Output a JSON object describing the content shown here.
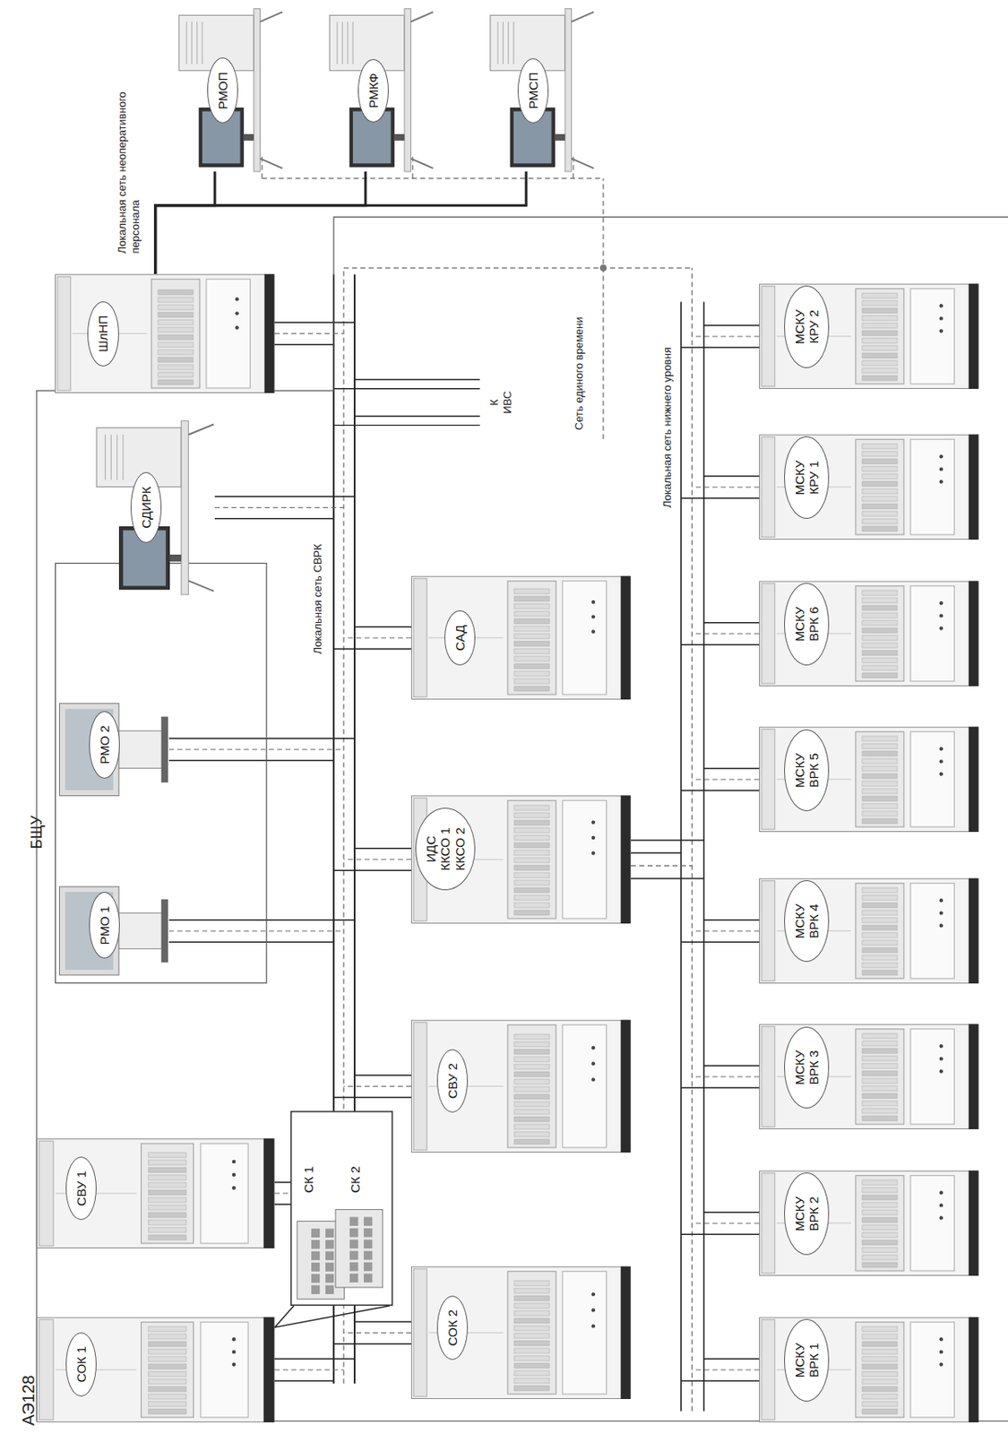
{
  "diagram": {
    "nodes": [
      {
        "text": [
          "АЭ128"
        ]
      },
      {
        "text": [
          "СОК 1"
        ],
        "in": 0
      },
      {
        "text": [
          "СВУ 1"
        ],
        "in": 0
      },
      {
        "text": [
          "БЩУ"
        ],
        "in": 0
      },
      {
        "text": [
          "РМО 1"
        ],
        "in": 3
      },
      {
        "text": [
          "РМО 2"
        ],
        "in": 3
      },
      {
        "text": [
          "СДИРК"
        ],
        "in": 0
      },
      {
        "text": [
          "ШлНП"
        ]
      },
      {
        "text": [
          "РМОП"
        ]
      },
      {
        "text": [
          "РМКФ"
        ]
      },
      {
        "text": [
          "РМСП"
        ]
      },
      {
        "text": [
          "СК 1",
          "СК 2"
        ],
        "in": 0
      },
      {
        "text": [
          "СОК 2"
        ],
        "in": 0
      },
      {
        "text": [
          "СВУ 2"
        ],
        "in": 0
      },
      {
        "text": [
          "ИДС ККСО 1 ККСО 2"
        ],
        "in": 0
      },
      {
        "text": [
          "САД"
        ],
        "in": 0
      },
      {
        "text": [
          "МСКУ ВРК 1"
        ],
        "in": 0
      },
      {
        "text": [
          "МСКУ ВРК 2"
        ],
        "in": 0
      },
      {
        "text": [
          "МСКУ ВРК 3"
        ],
        "in": 0
      },
      {
        "text": [
          "МСКУ ВРК 4"
        ],
        "in": 0
      },
      {
        "text": [
          "МСКУ ВРК 5"
        ],
        "in": 0
      },
      {
        "text": [
          "МСКУ ВРК 6"
        ],
        "in": 0
      },
      {
        "text": [
          "МСКУ КРУ 1"
        ],
        "in": 0
      },
      {
        "text": [
          "МСКУ КРУ 2"
        ],
        "in": 0
      }
    ],
    "edges": [
      {
        "from": 7,
        "to": 8,
        "arrow": "none"
      },
      {
        "from": 7,
        "to": 9,
        "arrow": "none"
      },
      {
        "from": 7,
        "to": 10,
        "arrow": "none"
      },
      {
        "from": 11,
        "to": 1,
        "arrow": "none"
      }
    ],
    "labels": [
      "Локальная сеть неоперативного персонала",
      "К ИВС",
      "Сеть единого времени",
      "Локальная сеть СВРК",
      "Локальная сеть нижнего уровня"
    ]
  }
}
